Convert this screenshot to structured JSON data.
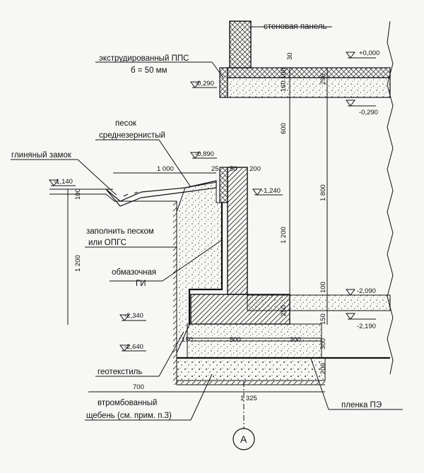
{
  "labels": {
    "wall_panel": "стеновая панель",
    "xps": "экструдированный ППС",
    "xps_thickness": "б = 50 мм",
    "sand": "песок",
    "sand_grain": "среднезернистый",
    "clay_lock": "глиняный замок",
    "fill": "заполнить песком",
    "fill_alt": "или ОПГС",
    "coating": "обмазочная",
    "coating_gi": "ГИ",
    "geotextile": "геотекстиль",
    "gravel": "втромбованный",
    "gravel_note": "щебень (см. прим. п.3)",
    "film": "пленка ПЭ"
  },
  "marks": {
    "m0": "+0,000",
    "m290a": "-0,290",
    "m290b": "-0,290",
    "m890": "-0,890",
    "m1140": "-1,140",
    "m1240": "-1,240",
    "m2090": "-2,090",
    "m2190": "-2,190",
    "m2340": "-2,340",
    "m2640": "-2,640"
  },
  "dims": {
    "d30": "30",
    "d100a": "100",
    "d160": "160",
    "d290": "290",
    "d600": "600",
    "d1800": "1 800",
    "d1000": "1 000",
    "d25": "25",
    "d50": "50",
    "d200a": "200",
    "d100b": "100",
    "d1200a": "1 200",
    "d1200b": "1 200",
    "d100c": "100",
    "d250": "250",
    "d150a": "150",
    "d150b": "150",
    "d800": "800",
    "d300a": "300",
    "d300b": "300",
    "d200b": "200",
    "d700": "700",
    "d1325": "1 325"
  },
  "axis": "A"
}
